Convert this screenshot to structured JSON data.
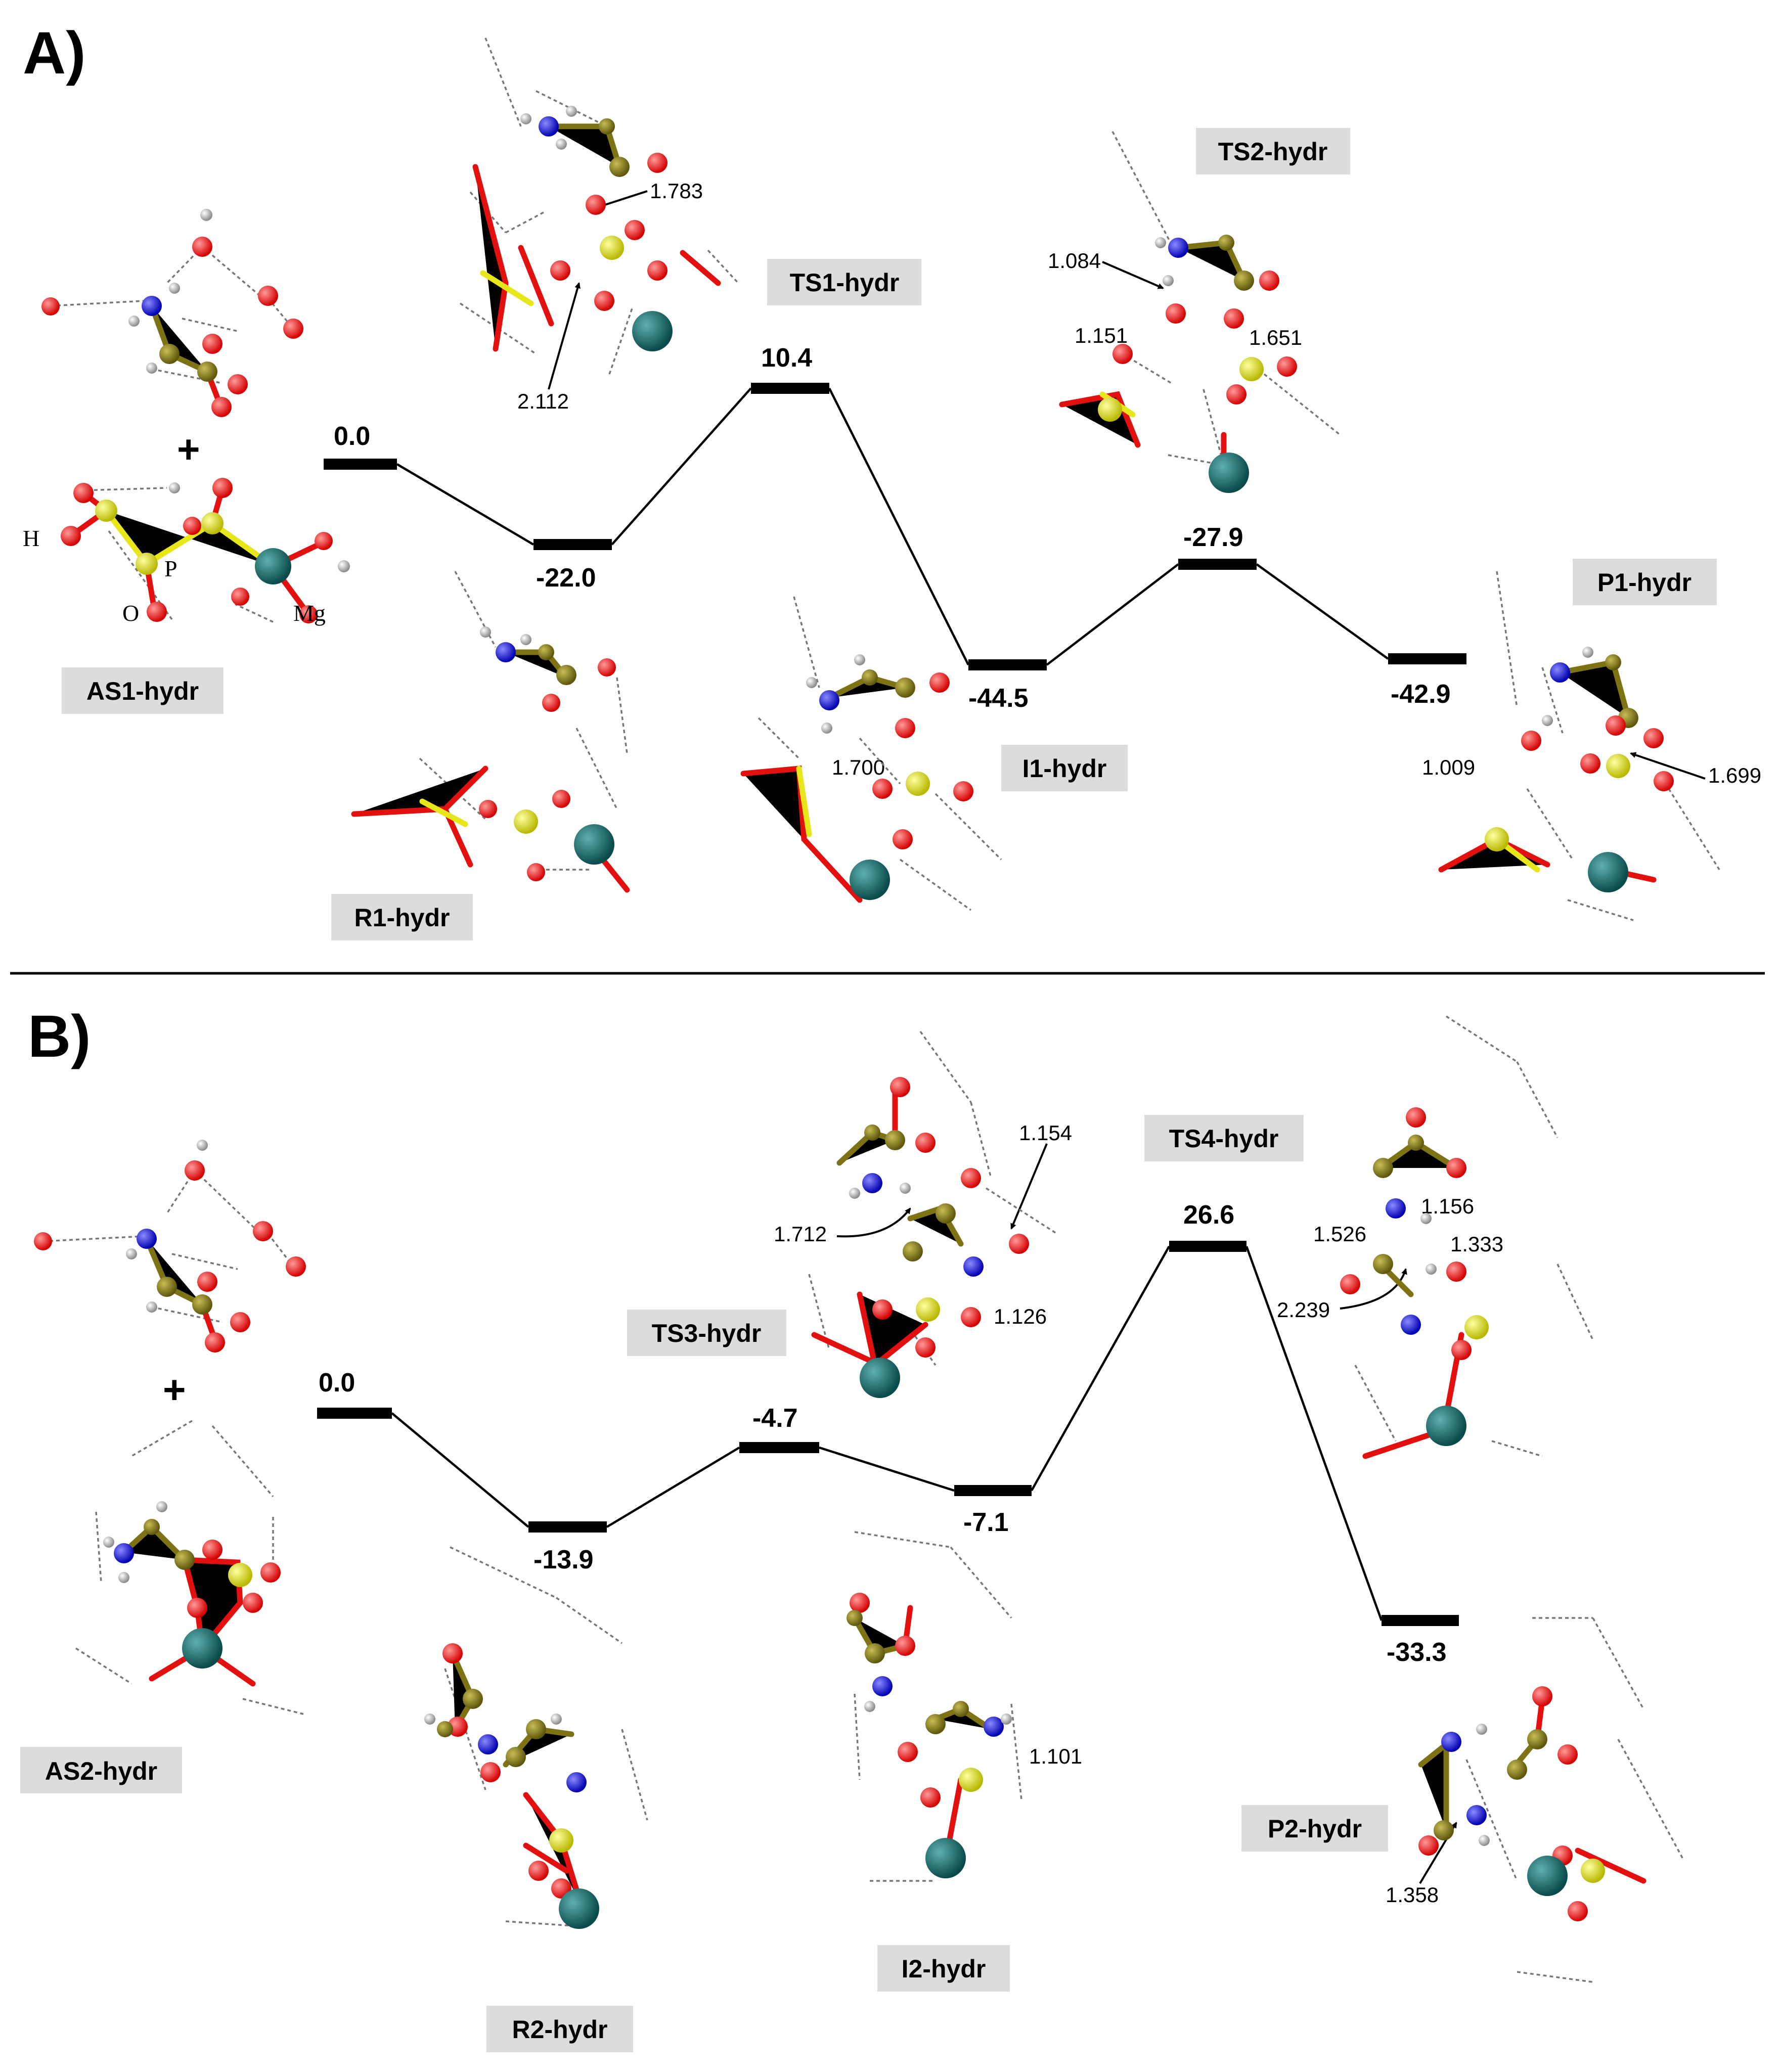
{
  "panels": [
    {
      "letter": "A)",
      "energies": [
        "0.0",
        "-22.0",
        "10.4",
        "-44.5",
        "-27.9",
        "-42.9"
      ],
      "labels": [
        "AS1-hydr",
        "R1-hydr",
        "TS1-hydr",
        "I1-hydr",
        "TS2-hydr",
        "P1-hydr"
      ],
      "distances": [
        "1.783",
        "2.112",
        "1.700",
        "1.084",
        "1.151",
        "1.651",
        "1.009",
        "1.699"
      ],
      "atom_labels": {
        "h": "H",
        "p": "P",
        "o": "O",
        "mg": "Mg"
      },
      "plus": "+"
    },
    {
      "letter": "B)",
      "energies": [
        "0.0",
        "-13.9",
        "-4.7",
        "-7.1",
        "26.6",
        "-33.3"
      ],
      "labels": [
        "AS2-hydr",
        "R2-hydr",
        "TS3-hydr",
        "I2-hydr",
        "TS4-hydr",
        "P2-hydr"
      ],
      "distances": [
        "1.154",
        "1.712",
        "1.126",
        "1.101",
        "1.156",
        "1.526",
        "1.333",
        "2.239",
        "1.358"
      ],
      "plus": "+"
    }
  ],
  "colors": {
    "oxygen": "#e31010",
    "carbon": "#7d7314",
    "nitrogen": "#1c1ce0",
    "hydrogen": "#c8c8c8",
    "phosphorus": "#e6e61a",
    "magnesium": "#127070",
    "label_box": "#dcdcdc"
  }
}
